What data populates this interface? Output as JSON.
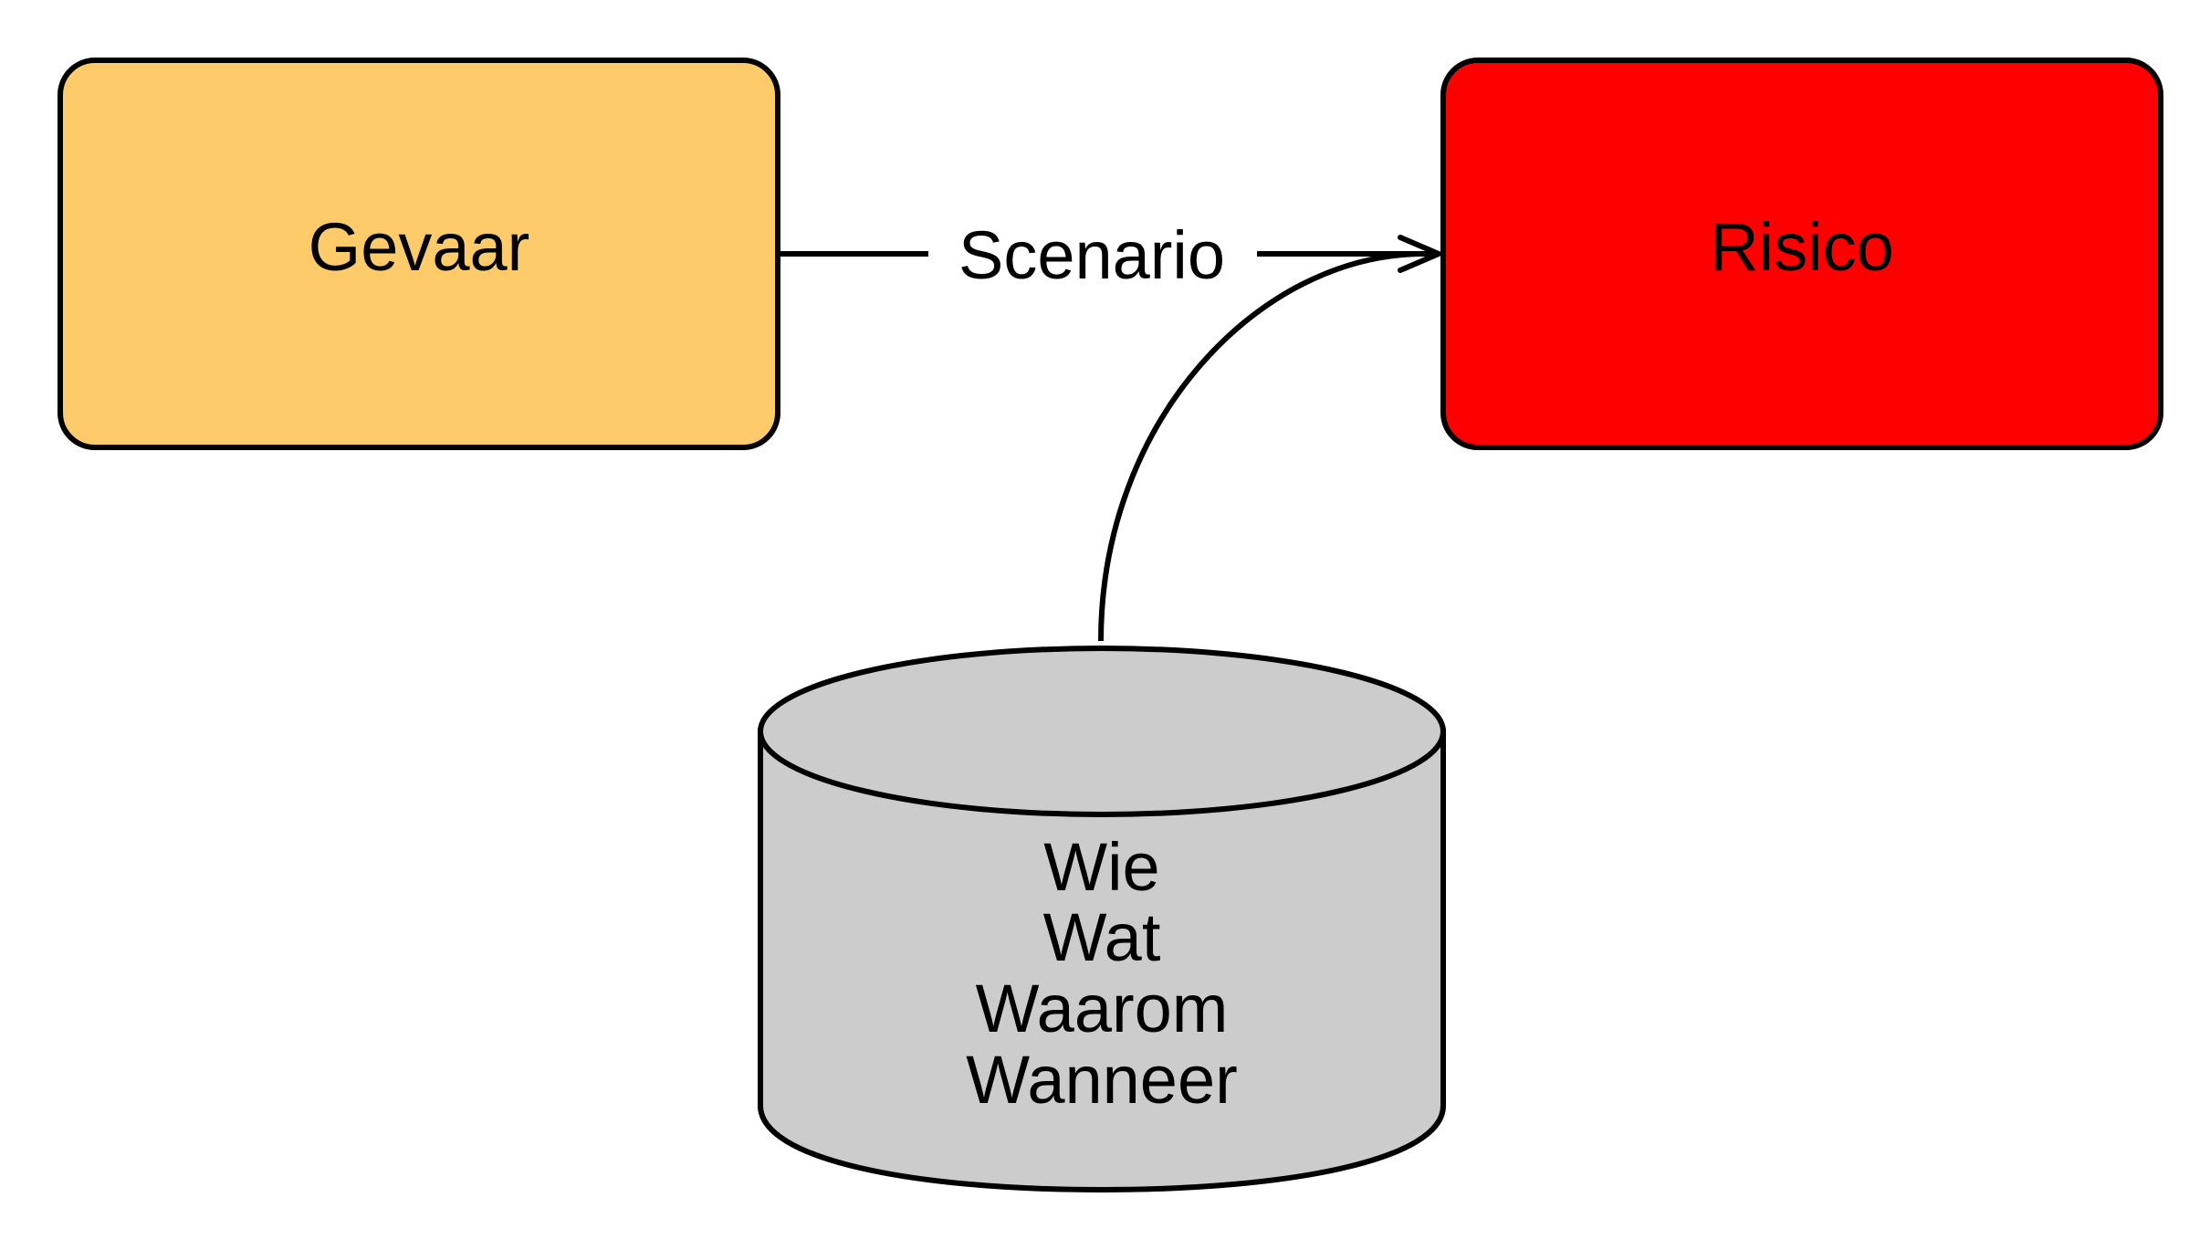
{
  "nodes": {
    "gevaar": {
      "label": "Gevaar",
      "fill": "#FECB6A"
    },
    "risico": {
      "label": "Risico",
      "fill": "#FF0000"
    },
    "source": {
      "fill": "#CCCCCC",
      "lines": [
        "Wie",
        "Wat",
        "Waarom",
        "Wanneer"
      ]
    }
  },
  "edges": {
    "scenario": {
      "label": "Scenario",
      "from": "Gevaar",
      "to": "Risico"
    },
    "source_to_risico": {
      "from": "Wie/Wat/Waarom/Wanneer",
      "to": "Risico"
    }
  }
}
